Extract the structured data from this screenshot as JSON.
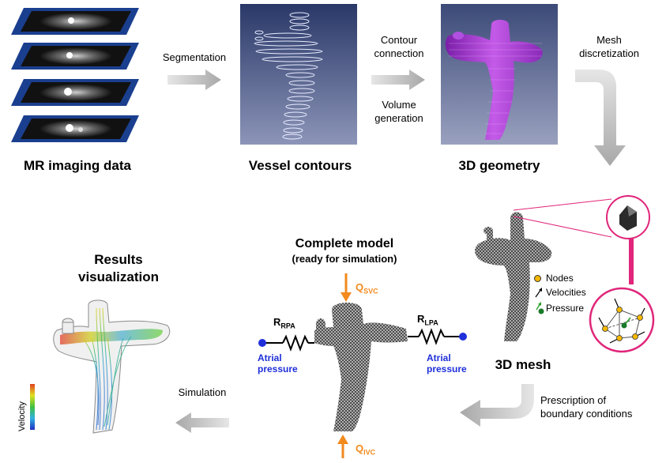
{
  "stages": {
    "mr": "MR imaging data",
    "contours": "Vessel contours",
    "geometry": "3D geometry",
    "mesh": "3D mesh",
    "model_title": "Complete model",
    "model_sub": "(ready for simulation)",
    "results_line1": "Results",
    "results_line2": "visualization"
  },
  "steps": {
    "segmentation": "Segmentation",
    "contour_l1": "Contour",
    "contour_l2": "connection",
    "volume_l1": "Volume",
    "volume_l2": "generation",
    "mesh_l1": "Mesh",
    "mesh_l2": "discretization",
    "bc_l1": "Prescription of",
    "bc_l2": "boundary conditions",
    "simulation": "Simulation"
  },
  "mesh_legend": {
    "nodes": "Nodes",
    "velocities": "Velocities",
    "pressure": "Pressure"
  },
  "model_labels": {
    "q_svc": "Q",
    "q_svc_sub": "SVC",
    "q_ivc": "Q",
    "q_ivc_sub": "IVC",
    "r_rpa": "R",
    "r_rpa_sub": "RPA",
    "r_lpa": "R",
    "r_lpa_sub": "LPA",
    "atrial_left_1": "Atrial",
    "atrial_left_2": "pressure",
    "atrial_right_1": "Atrial",
    "atrial_right_2": "pressure"
  },
  "colorbar_label": "Velocity",
  "colors": {
    "mr_frame": "#1b3f8f",
    "contour_bg": "#3a4d7e",
    "geometry_bg": "#4b5a86",
    "vessel_purple": "#b444d8",
    "arrow_gray": "#b8b8b8",
    "zoom_pink": "#e0257a",
    "node_yellow": "#f5b800",
    "velocity_green": "#2aa02a",
    "pressure_green": "#1a7a2a",
    "atrial_blue": "#1f2fd9",
    "flow_orange": "#f28a1e"
  }
}
